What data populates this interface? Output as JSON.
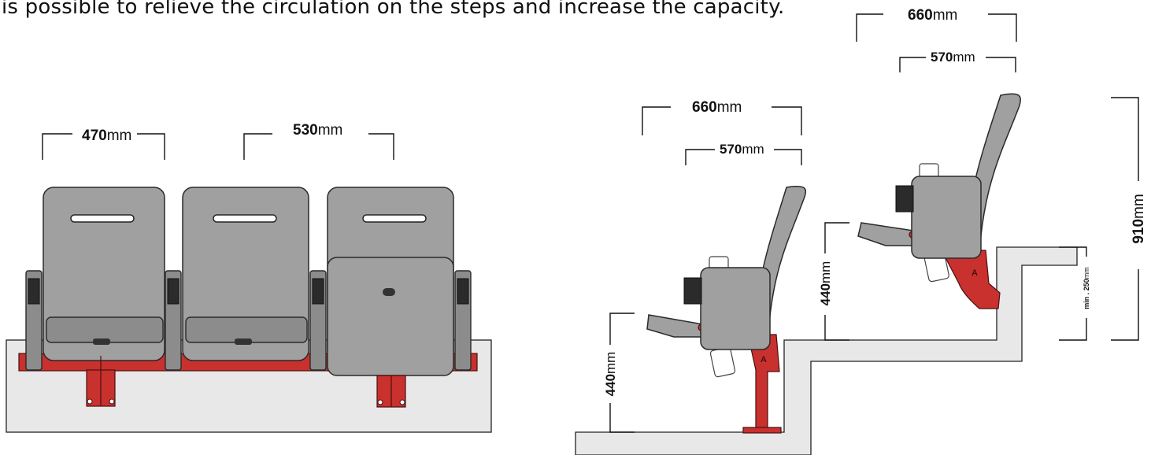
{
  "caption": "is possible to relieve the circulation on the steps and increase the capacity.",
  "unit": "mm",
  "front_view": {
    "seat_width": "470",
    "seat_pitch": "530",
    "icons": [
      "theatre-seat-icon",
      "theatre-seat-icon",
      "folded-seat-icon",
      "red-beam-icon",
      "floor-plate-icon"
    ]
  },
  "side_view_lower": {
    "row_depth": "660",
    "seat_depth": "570",
    "seat_height": "440"
  },
  "side_view_upper": {
    "row_depth": "660",
    "seat_depth": "570",
    "seat_height": "440",
    "total_height": "910",
    "riser_label": "min . 250"
  },
  "colors": {
    "seat_gray": "#a0a0a0",
    "frame_red": "#c8312e",
    "floor_gray": "#e8e8e8",
    "line": "#111111"
  }
}
